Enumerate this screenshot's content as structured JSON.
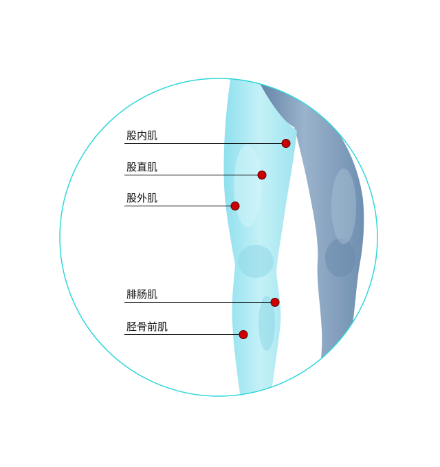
{
  "colors": {
    "circle_border": "#2ed6da",
    "leg_highlight": "#a5e8f2",
    "leg_back": "#7e9cba",
    "marker": "#cc0000",
    "leader_line": "#000000"
  },
  "labels": [
    {
      "id": "adductor",
      "text": "股内肌"
    },
    {
      "id": "rectus-femoris",
      "text": "股直肌"
    },
    {
      "id": "vastus-lateralis",
      "text": "股外肌"
    },
    {
      "id": "gastrocnemius",
      "text": "腓肠肌"
    },
    {
      "id": "tibialis-anterior",
      "text": "胫骨前肌"
    }
  ]
}
